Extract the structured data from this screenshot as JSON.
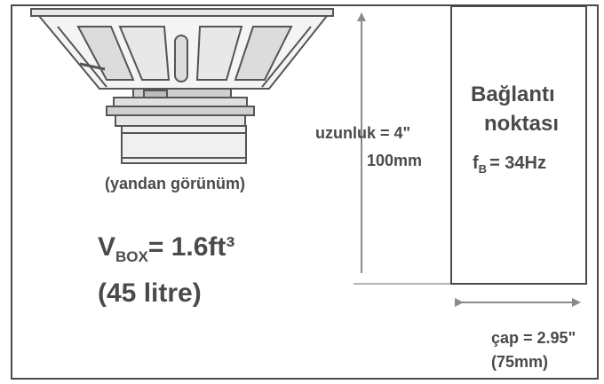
{
  "speaker_caption": "(yandan görünüm)",
  "volume": {
    "symbol": "V",
    "subscript": "BOX",
    "value": "= 1.6ft³",
    "litres": "(45 litre)"
  },
  "length": {
    "label": "uzunluk = 4\"",
    "metric": "100mm"
  },
  "port": {
    "title_line1": "Bağlantı",
    "title_line2": "noktası",
    "freq_symbol": "f",
    "freq_subscript": "B",
    "freq_value": "= 34Hz"
  },
  "diameter": {
    "label": "çap = 2.95\"",
    "metric": "(75mm)"
  },
  "colors": {
    "ink": "#4a4a4a",
    "stroke": "#555555",
    "arrow": "#8a8a8a"
  }
}
